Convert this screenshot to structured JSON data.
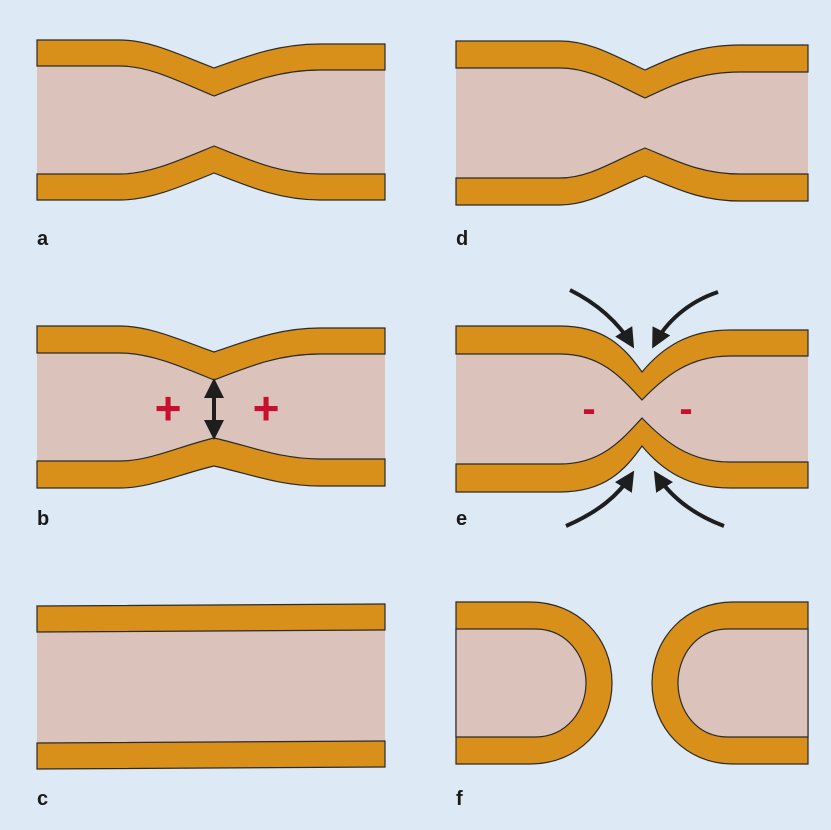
{
  "colors": {
    "background": "#dde9f5",
    "membrane": "#d8901a",
    "lumen": "#dbc3bc",
    "outline": "#2a2a2a",
    "charge": "#c8102e",
    "arrow": "#1e1e1e"
  },
  "panels": {
    "a": {
      "label": "a"
    },
    "b": {
      "label": "b",
      "sign_left": "+",
      "sign_right": "+"
    },
    "c": {
      "label": "c"
    },
    "d": {
      "label": "d"
    },
    "e": {
      "label": "e",
      "sign_left": "-",
      "sign_right": "-"
    },
    "f": {
      "label": "f"
    }
  }
}
